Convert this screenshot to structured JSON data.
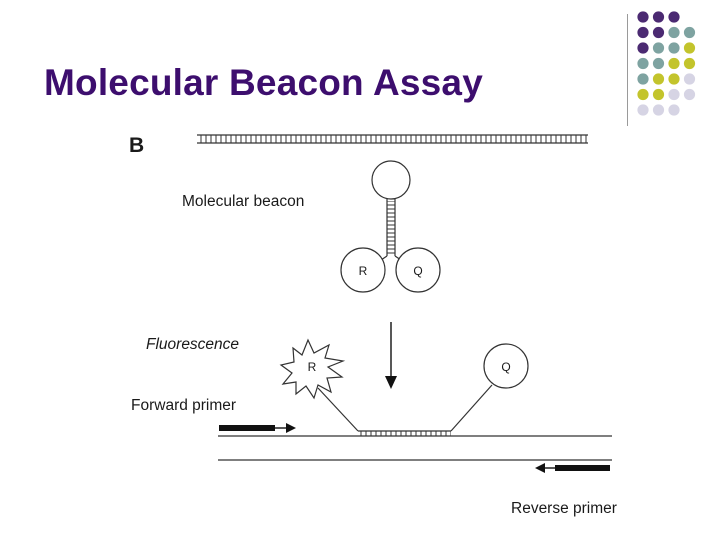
{
  "slide": {
    "title": "Molecular Beacon Assay"
  },
  "decoration": {
    "dot_colors": {
      "purple": "#4b2a72",
      "teal": "#7ea3a1",
      "yellow": "#c3c42c",
      "lavender": "#d6d4e4"
    },
    "dot_rows": [
      [
        "purple",
        "purple",
        "purple"
      ],
      [
        "purple",
        "purple",
        "teal",
        "teal"
      ],
      [
        "purple",
        "teal",
        "teal",
        "yellow"
      ],
      [
        "teal",
        "teal",
        "yellow",
        "yellow"
      ],
      [
        "teal",
        "yellow",
        "yellow",
        "lavender"
      ],
      [
        "yellow",
        "yellow",
        "lavender",
        "lavender"
      ],
      [
        "lavender",
        "lavender",
        "lavender"
      ]
    ],
    "divider_color": "#9a9a9a",
    "title_color": "#3d0e6e"
  },
  "diagram": {
    "panel_label": "B",
    "beacon_label": "Molecular beacon",
    "reporter_label": "R",
    "quencher_label": "Q",
    "fluorescence_label": "Fluorescence",
    "forward_primer_label": "Forward primer",
    "reverse_primer_label": "Reverse primer"
  }
}
